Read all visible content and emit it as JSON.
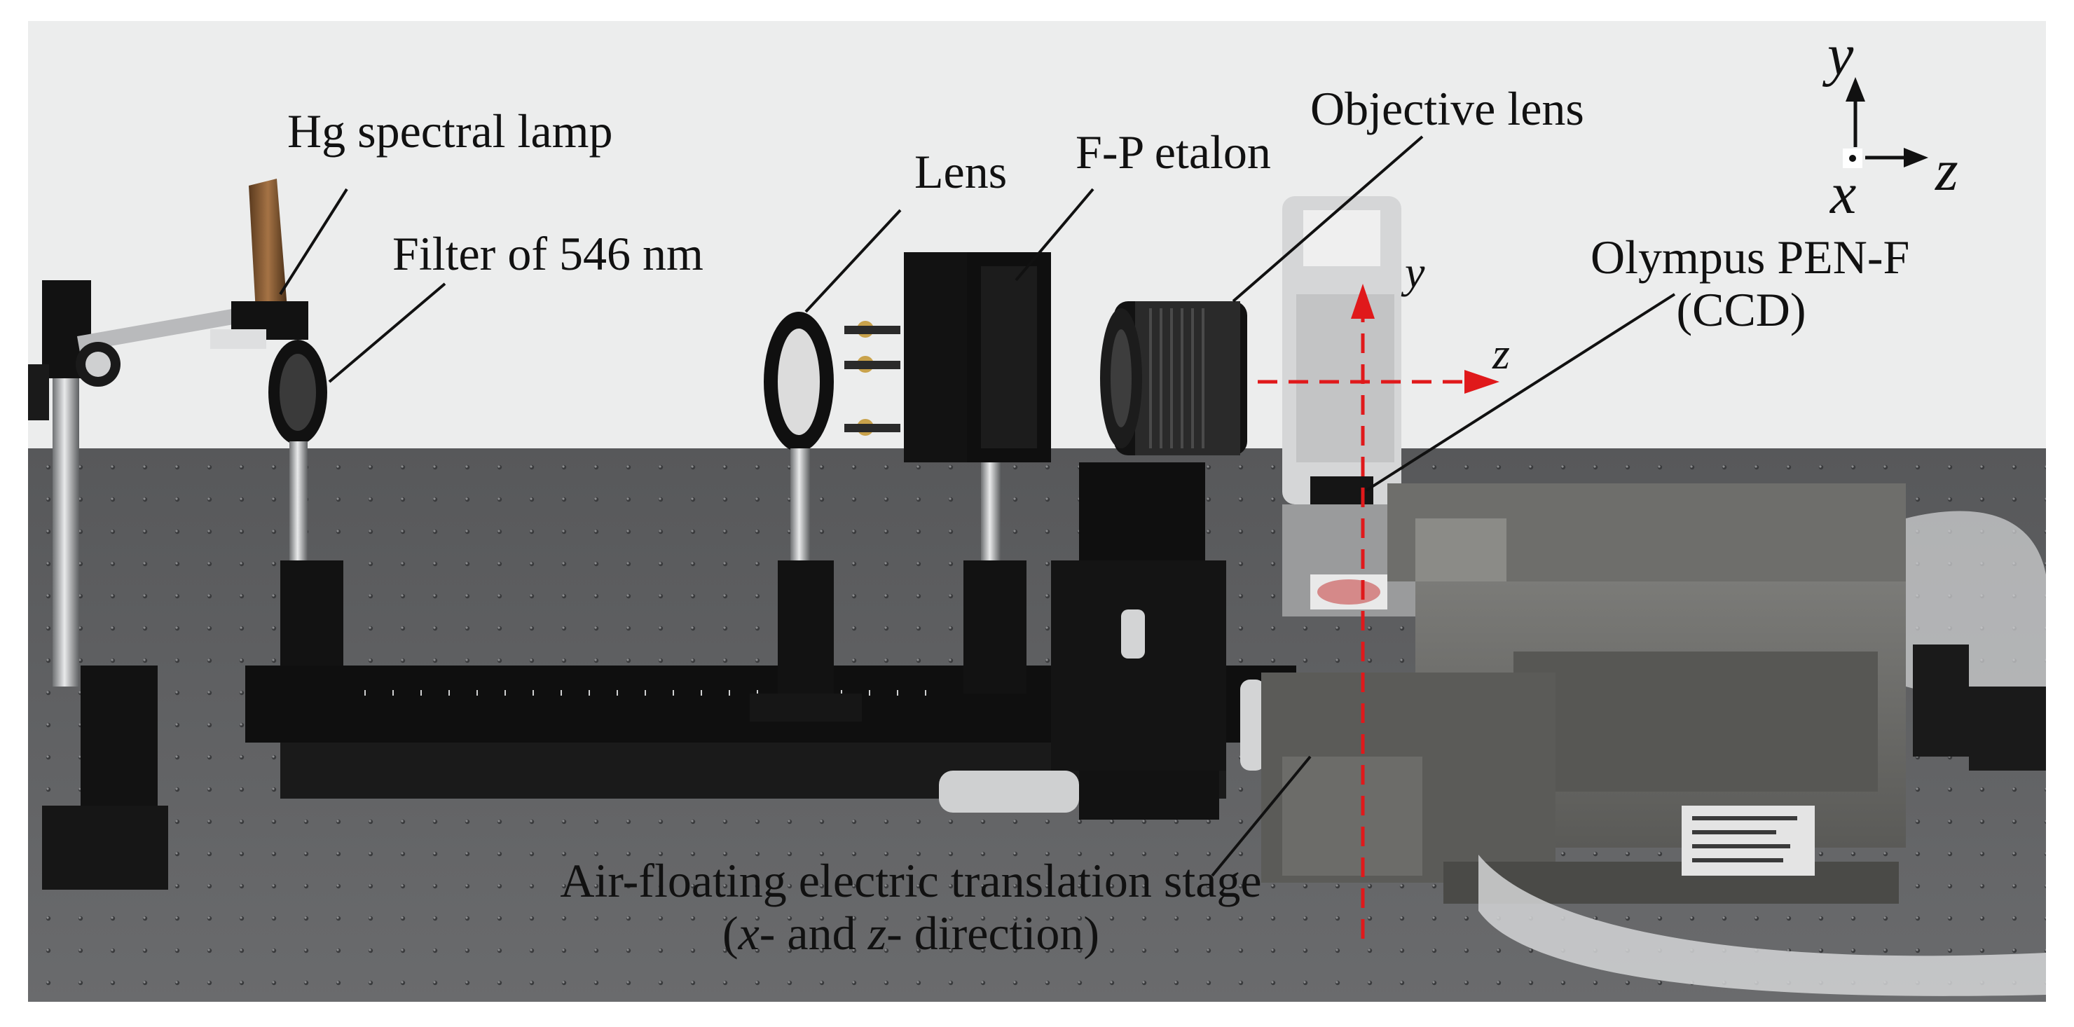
{
  "labels": {
    "hg_lamp": "Hg spectral lamp",
    "filter": "Filter of 546 nm",
    "lens": "Lens",
    "fp_etalon": "F-P etalon",
    "objective": "Objective lens",
    "camera_line1": "Olympus PEN-F",
    "camera_line2": "(CCD)",
    "stage_line1": "Air-floating electric translation stage",
    "stage_line2_x": "x",
    "stage_line2_mid": "- and ",
    "stage_line2_z": "z",
    "stage_line2_end": "- direction)",
    "stage_line2_open": "("
  },
  "axes": {
    "corner_y": "y",
    "corner_x": "x",
    "corner_z": "z",
    "camera_y": "y",
    "camera_z": "z"
  },
  "colors": {
    "table": "#5d5e60",
    "background": "#eceded",
    "black_metal": "#121212",
    "dashed_axis": "#e0191b",
    "stage_gray": "#6b6b68"
  }
}
